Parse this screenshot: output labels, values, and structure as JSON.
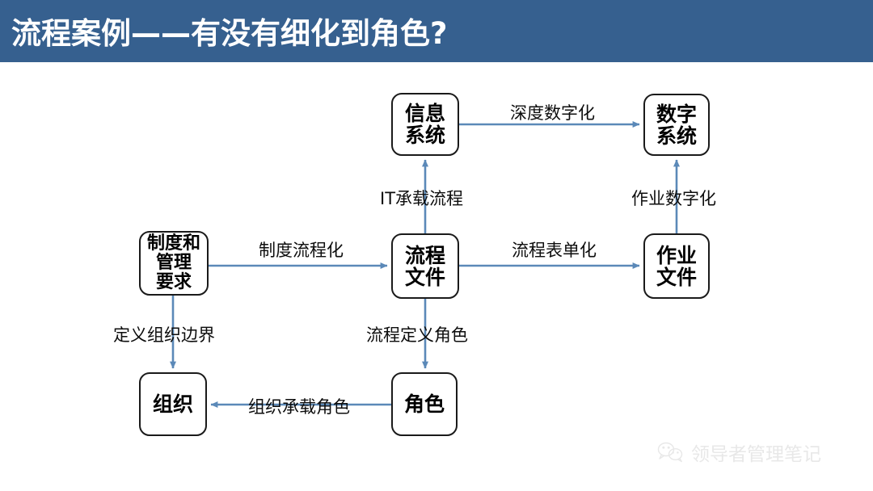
{
  "header": {
    "title": "流程案例——有没有细化到角色?",
    "background_color": "#36608F",
    "text_color": "#FFFFFF"
  },
  "diagram": {
    "type": "flow-diagram",
    "line_color": "#5B89B8",
    "node_border_color": "#1A1A1A",
    "nodes": [
      {
        "id": "info",
        "lines": [
          "信息",
          "系统"
        ],
        "label": "信息系统"
      },
      {
        "id": "digital",
        "lines": [
          "数字",
          "系统"
        ],
        "label": "数字系统"
      },
      {
        "id": "policy",
        "lines": [
          "制度和",
          "管理",
          "要求"
        ],
        "label": "制度和管理要求"
      },
      {
        "id": "process",
        "lines": [
          "流程",
          "文件"
        ],
        "label": "流程文件"
      },
      {
        "id": "ops",
        "lines": [
          "作业",
          "文件"
        ],
        "label": "作业文件"
      },
      {
        "id": "org",
        "lines": [
          "组织"
        ],
        "label": "组织"
      },
      {
        "id": "role",
        "lines": [
          "角色"
        ],
        "label": "角色"
      }
    ],
    "edges": [
      {
        "from": "info",
        "to": "digital",
        "label": "深度数字化"
      },
      {
        "from": "process",
        "to": "info",
        "label": "IT承载流程"
      },
      {
        "from": "ops",
        "to": "digital",
        "label": "作业数字化"
      },
      {
        "from": "policy",
        "to": "process",
        "label": "制度流程化"
      },
      {
        "from": "process",
        "to": "ops",
        "label": "流程表单化"
      },
      {
        "from": "policy",
        "to": "org",
        "label": "定义组织边界"
      },
      {
        "from": "process",
        "to": "role",
        "label": "流程定义角色"
      },
      {
        "from": "role",
        "to": "org",
        "label": "组织承载角色"
      }
    ]
  },
  "watermark": {
    "icon": "wechat-icon",
    "text": "领导者管理笔记",
    "color": "#E8E8E8"
  }
}
